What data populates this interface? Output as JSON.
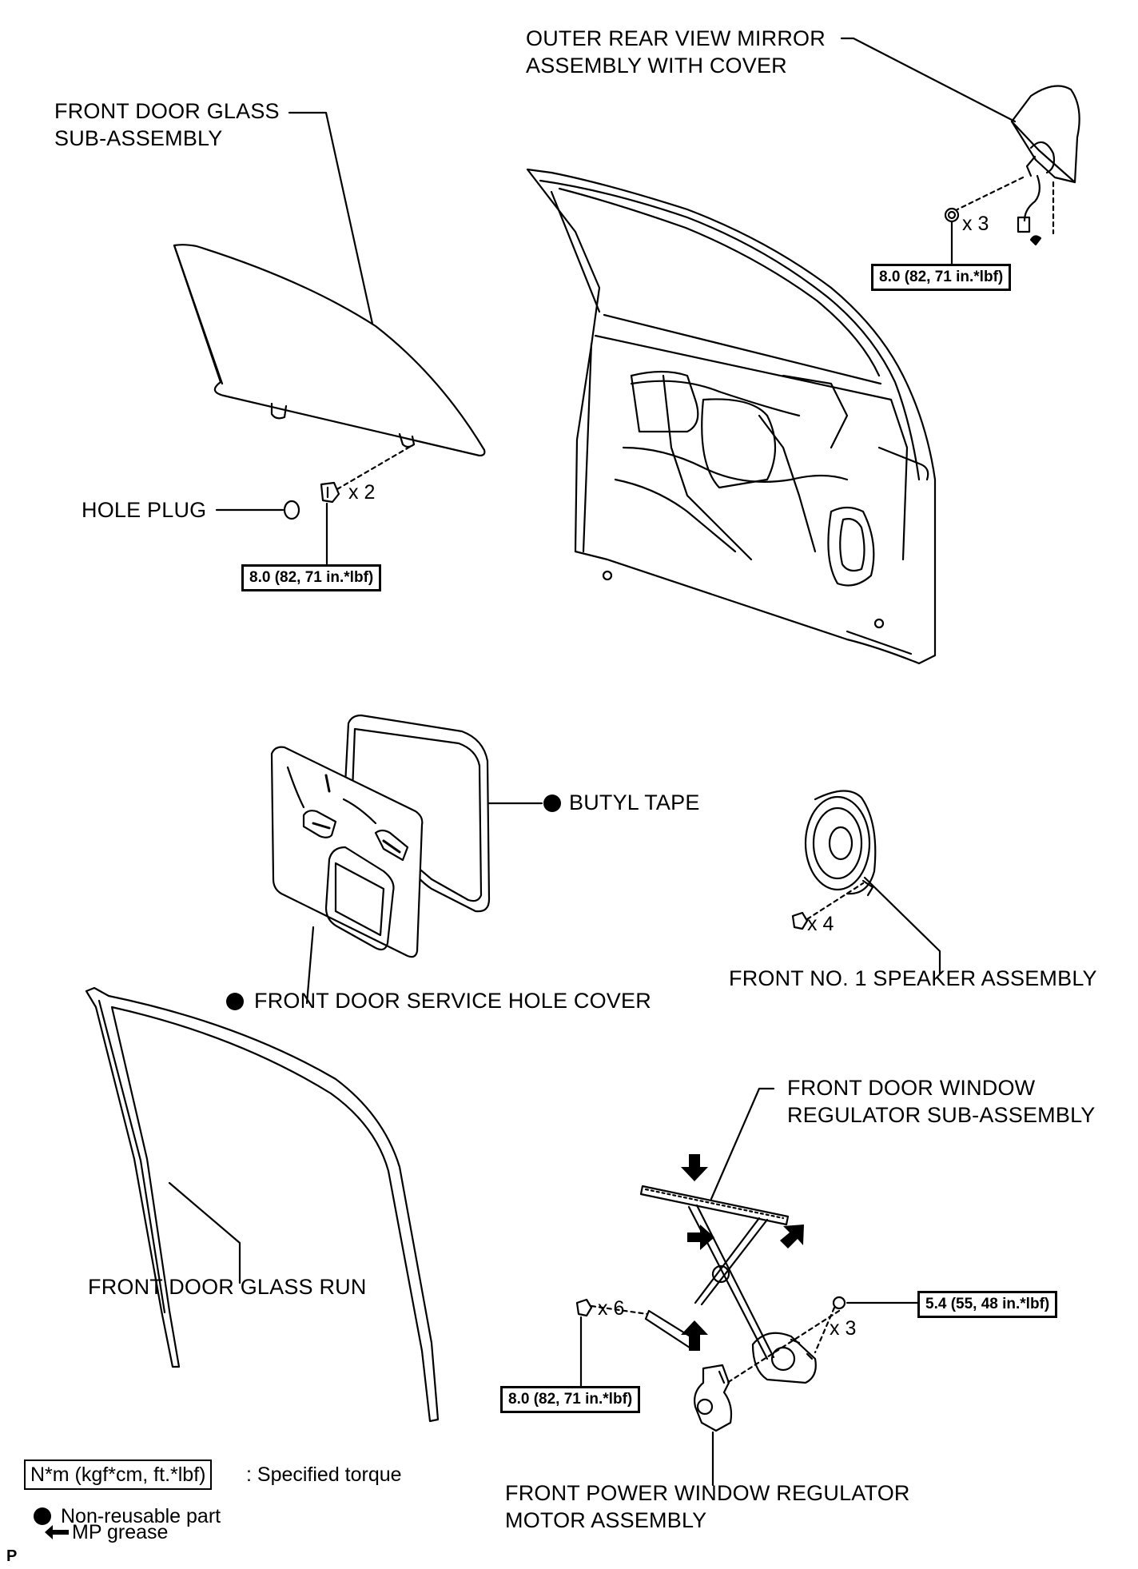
{
  "labels": {
    "mirror": [
      "OUTER REAR VIEW MIRROR",
      "ASSEMBLY WITH COVER"
    ],
    "glass": [
      "FRONT DOOR GLASS",
      "SUB-ASSEMBLY"
    ],
    "hole_plug": "HOLE PLUG",
    "butyl_tape": "BUTYL TAPE",
    "service_cover": "FRONT DOOR SERVICE HOLE COVER",
    "speaker": "FRONT NO. 1 SPEAKER ASSEMBLY",
    "regulator": [
      "FRONT DOOR WINDOW",
      "REGULATOR SUB-ASSEMBLY"
    ],
    "glass_run": "FRONT DOOR GLASS RUN",
    "motor": [
      "FRONT POWER WINDOW REGULATOR",
      "MOTOR ASSEMBLY"
    ]
  },
  "torques": {
    "mirror": "8.0 (82, 71 in.*lbf)",
    "glass": "8.0 (82, 71 in.*lbf)",
    "regulator_bolt": "8.0 (82, 71 in.*lbf)",
    "regulator_nut": "5.4 (55, 48 in.*lbf)"
  },
  "quantities": {
    "mirror": "x 3",
    "glass": "x 2",
    "speaker": "x 4",
    "regulator_bolt": "x 6",
    "regulator_nut": "x 3"
  },
  "legend": {
    "torque_box": "N*m (kgf*cm, ft.*lbf)",
    "torque_desc": ": Specified torque",
    "nonreusable": "Non-reusable part",
    "grease": "MP grease"
  },
  "corner_mark": "P"
}
